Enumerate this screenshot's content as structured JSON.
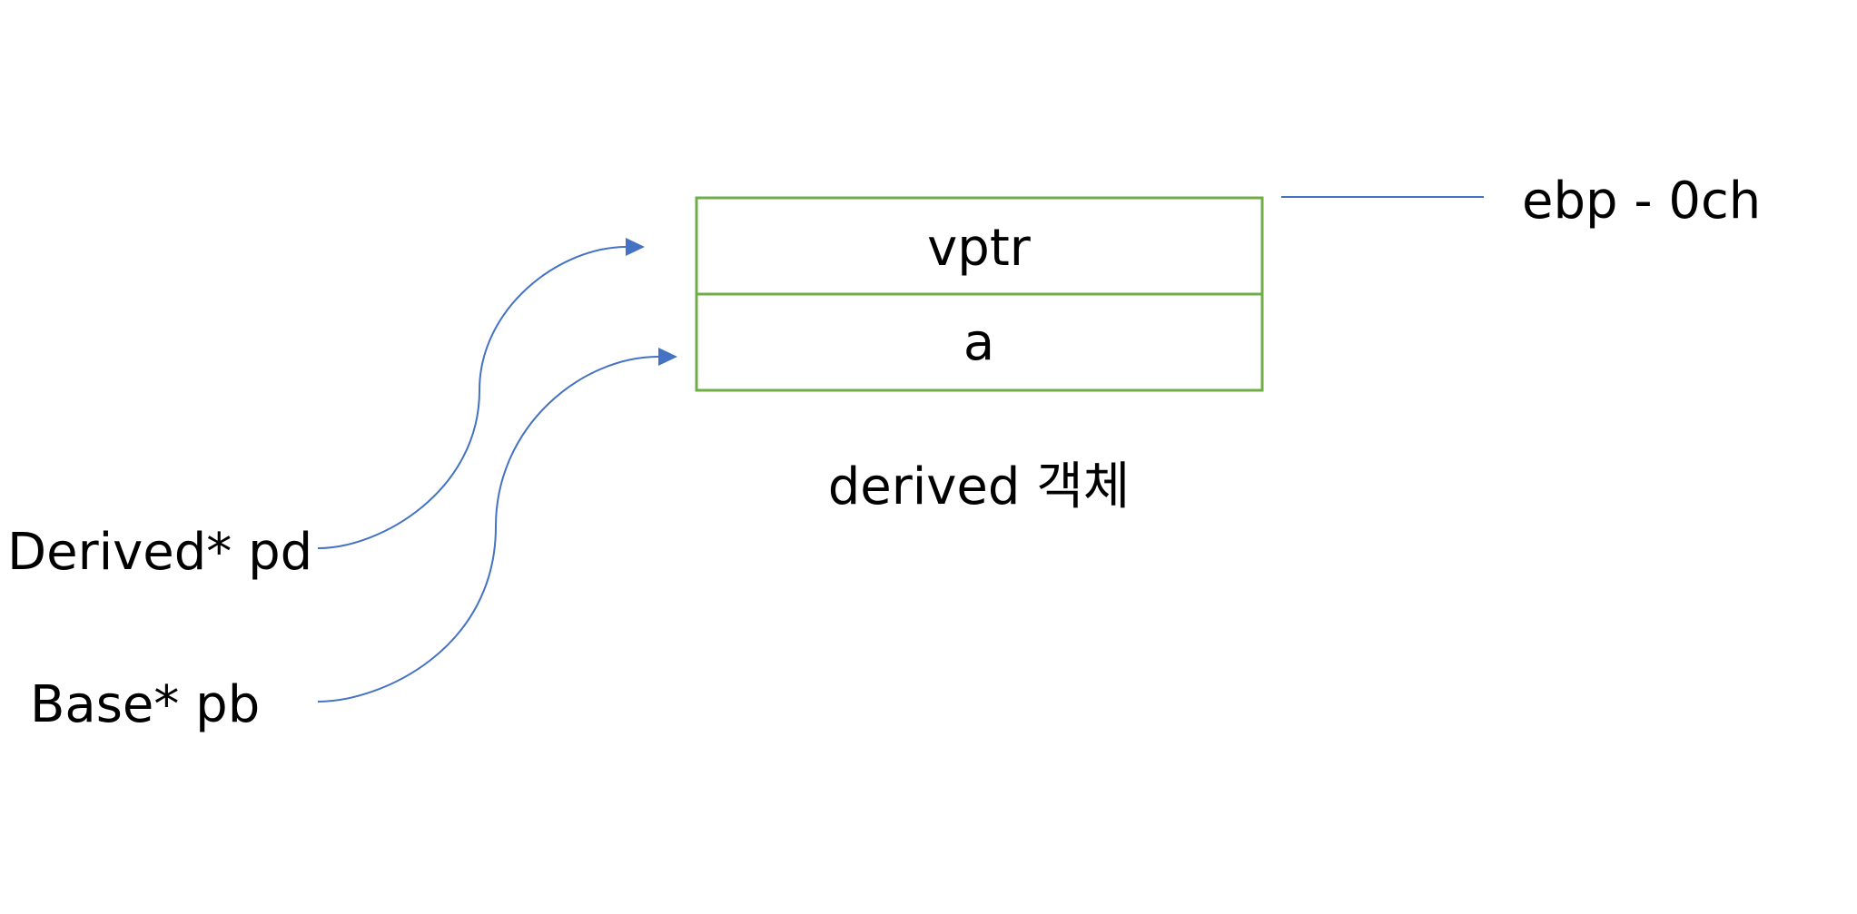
{
  "object": {
    "cells": [
      {
        "label": "vptr"
      },
      {
        "label": "a"
      }
    ],
    "caption": "derived 객체"
  },
  "address_label": "ebp - 0ch",
  "pointers": [
    {
      "label": "Derived* pd",
      "target": "vptr"
    },
    {
      "label": "Base* pb",
      "target": "a"
    }
  ],
  "colors": {
    "cell_border": "#70ad47",
    "connector": "#4472c4",
    "text": "#000000",
    "background": "#ffffff"
  }
}
